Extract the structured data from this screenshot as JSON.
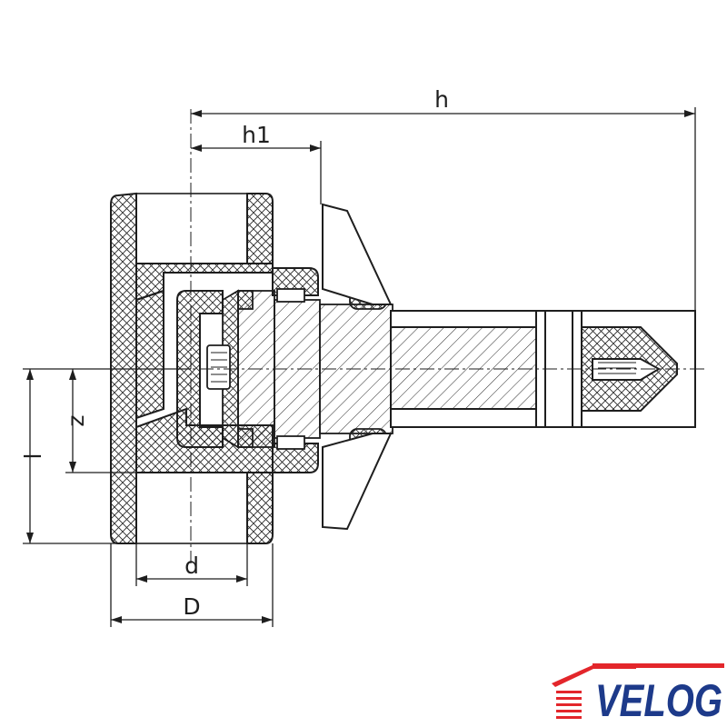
{
  "dimensions": {
    "h": "h",
    "h1": "h1",
    "z": "z",
    "l": "l",
    "d": "d",
    "D": "D"
  },
  "logo": {
    "text": "VELOG",
    "color_red": "#e3262b",
    "color_blue": "#1d3a8a"
  },
  "colors": {
    "line": "#1e1e1e",
    "hatch": "#2a2a2a",
    "background": "#ffffff"
  }
}
